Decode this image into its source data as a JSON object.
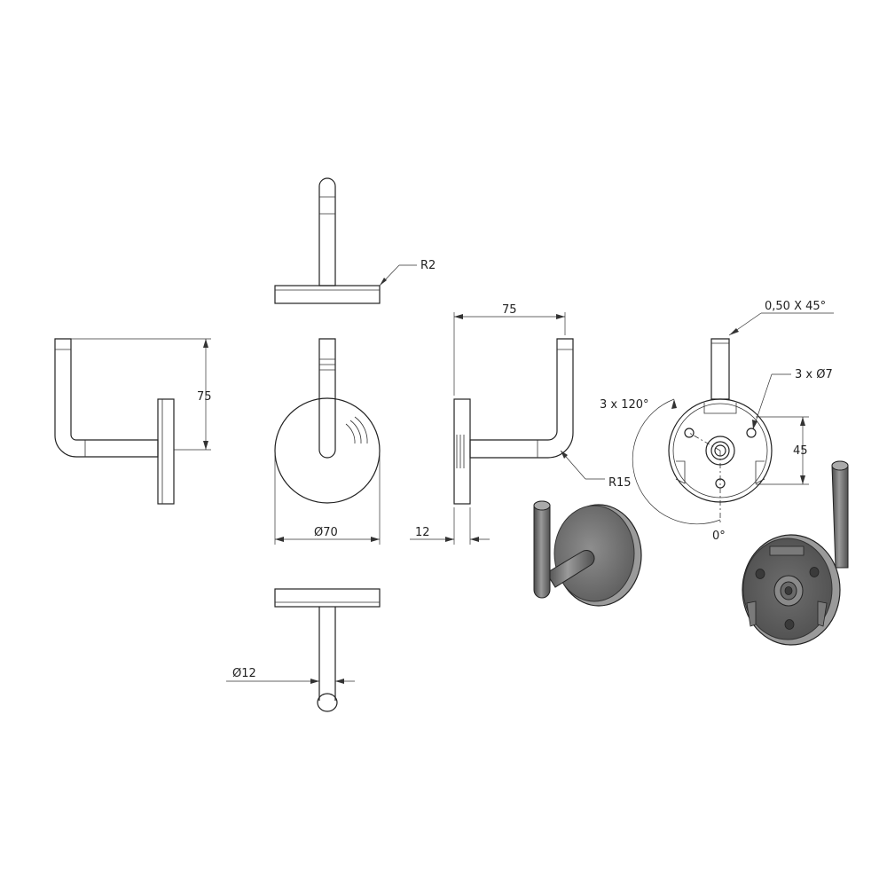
{
  "dimensions": {
    "radius_top": "R2",
    "height_left": "75",
    "width_right": "75",
    "diameter_plate": "Ø70",
    "thickness_plate": "12",
    "radius_bend": "R15",
    "diameter_rod": "Ø12",
    "chamfer": "0,50 X 45°",
    "holes": "3 x Ø7",
    "hole_angle": "3 x 120°",
    "hole_spacing": "45",
    "zero_angle": "0°"
  },
  "colors": {
    "line": "#222222",
    "metal_dark": "#5a5a5a",
    "metal_mid": "#8a8a8a",
    "metal_light": "#c8c8c8"
  }
}
